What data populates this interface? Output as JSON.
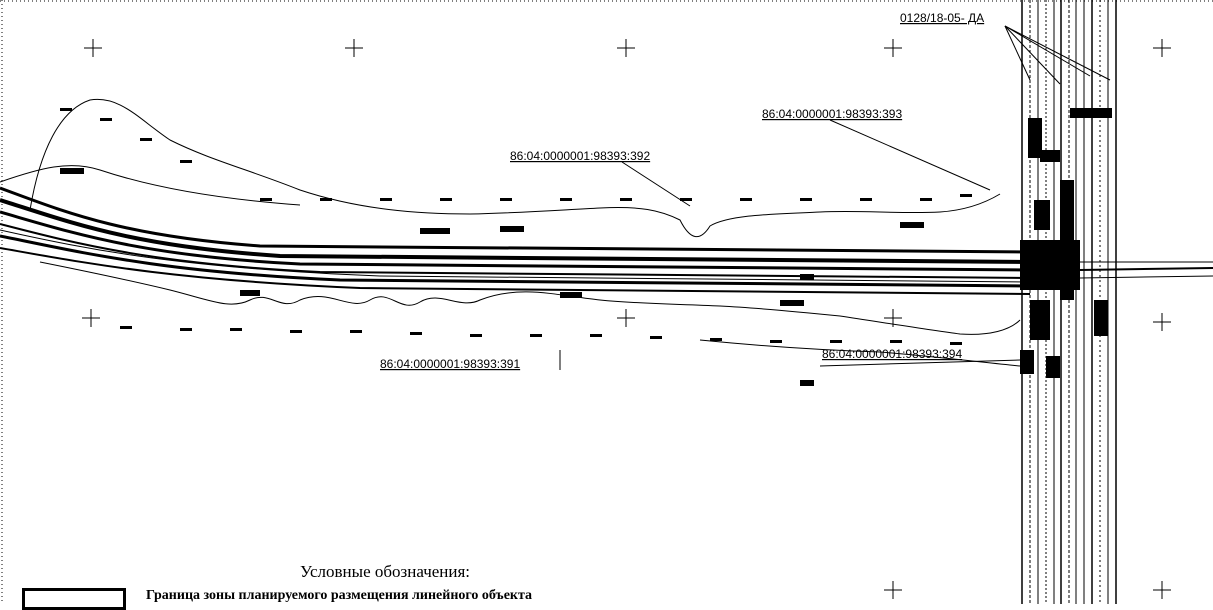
{
  "plan": {
    "labels": {
      "code": "0128/18-05- ДА",
      "parcel_1": "86:04:0000001:98393:391",
      "parcel_2": "86:04:0000001:98393:392",
      "parcel_3": "86:04:0000001:98393:393",
      "parcel_4": "86:04:0000001:98393:394"
    },
    "colors": {
      "ink": "#000000",
      "background": "#ffffff",
      "gray": "#555555"
    }
  },
  "legend": {
    "title": "Условные обозначения:",
    "items": [
      {
        "label": "Граница зоны планируемого размещения линейного объекта"
      }
    ]
  }
}
